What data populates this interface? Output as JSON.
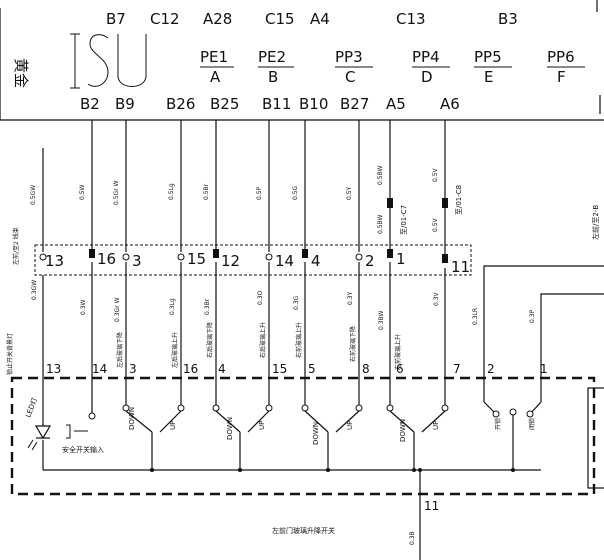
{
  "top_labels": [
    "B7",
    "C12",
    "A28",
    "C15",
    "A4",
    "C13",
    "B3"
  ],
  "side_vertical_text": "黄金",
  "brand": "ISU",
  "connectors": [
    {
      "code": "PE1",
      "letter": "A"
    },
    {
      "code": "PE2",
      "letter": "B"
    },
    {
      "code": "PP3",
      "letter": "C"
    },
    {
      "code": "PP4",
      "letter": "D"
    },
    {
      "code": "PP5",
      "letter": "E"
    },
    {
      "code": "PP6",
      "letter": "F"
    }
  ],
  "bottom_pins": [
    "B2",
    "B9",
    "B26",
    "B25",
    "B11",
    "B10",
    "B27",
    "A5",
    "A6"
  ],
  "wire_upper": [
    "0.5W",
    "0.5Gr W",
    "0.5Lg",
    "0.5Br",
    "0.5P",
    "0.5G",
    "0.5Y",
    "0.5BW",
    "0.5V"
  ],
  "left_wire_label": "0.5GW",
  "left_vertical_label": "左前/至2 线束",
  "right_label_c7": "至/01-C7",
  "right_label_c8": "至/01-C8",
  "right_wire_small": [
    "0.5BW",
    "0.5V"
  ],
  "plug_numbers": [
    "13",
    "16",
    "3",
    "15",
    "12",
    "14",
    "4",
    "2",
    "1",
    "11"
  ],
  "wire_lower": [
    "0.3GW",
    "0.3W",
    "0.3Gr W",
    "0.3Lg",
    "0.3Br",
    "0.3O",
    "0.3G",
    "0.3Y",
    "0.3BW",
    "0.3V",
    "0.3LR",
    "0.3P"
  ],
  "right_edge_label": "左前/至2-B",
  "function_labels": [
    "锁止开关背景灯",
    "左后玻璃下降",
    "左后玻璃上升",
    "右后玻璃下降",
    "右后玻璃上升",
    "右前玻璃上升",
    "右前玻璃下降",
    "左前玻璃上升"
  ],
  "switch_pins": [
    "13",
    "14",
    "3",
    "16",
    "4",
    "15",
    "5",
    "8",
    "6",
    "7",
    "2",
    "1"
  ],
  "led_text": "LED灯",
  "safety_label": "安全开关输入",
  "switch_labels": [
    "DOWN",
    "UP",
    "DOWN",
    "UP",
    "DOWN",
    "UP",
    "DOWN",
    "UP"
  ],
  "lock_labels": [
    "开锁",
    "闭锁"
  ],
  "ground_pin": "11",
  "ground_wire": "0.3B",
  "module_title": "左前门玻璃升降开关"
}
